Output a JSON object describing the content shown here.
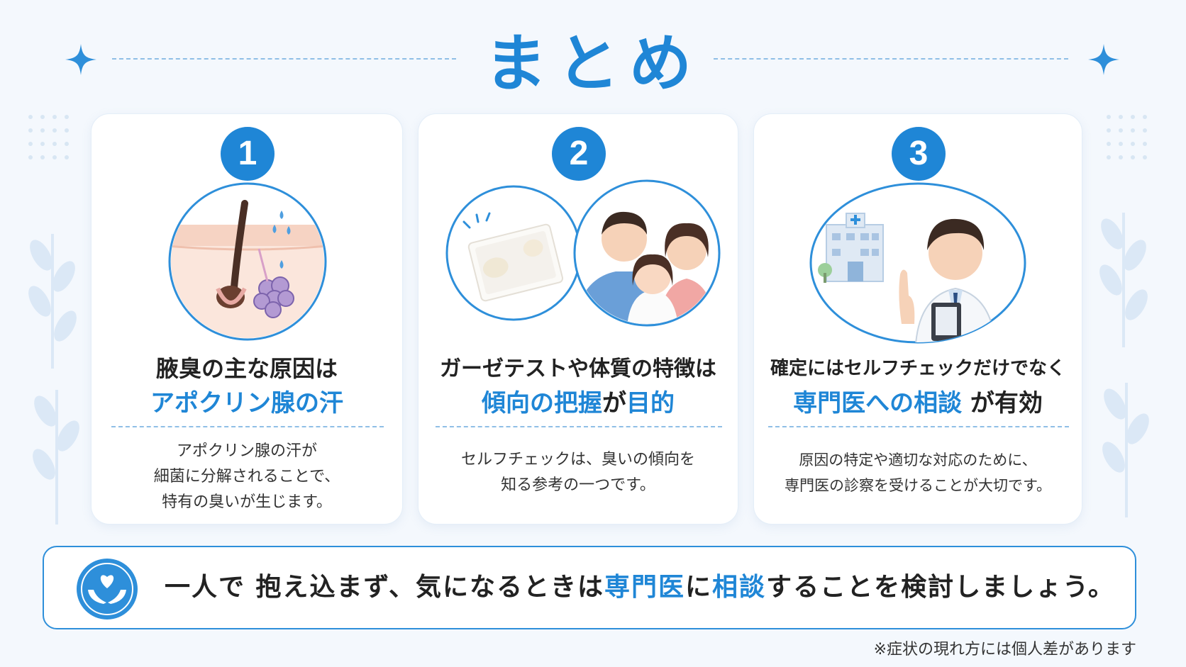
{
  "title": "まとめ",
  "cards": [
    {
      "number": "1",
      "line1": "腋臭の主な原因は",
      "line2_blue": "アポクリン腺の汗",
      "body": [
        "アポクリン腺の汗が",
        "細菌に分解されることで、",
        "特有の臭いが生じます。"
      ]
    },
    {
      "number": "2",
      "line1": "ガーゼテストや体質の特徴は",
      "line2_blue_a": "傾向の把握",
      "line2_mid": "が",
      "line2_blue_b": "目的",
      "body": [
        "セルフチェックは、臭いの傾向を",
        "知る参考の一つです。"
      ]
    },
    {
      "number": "3",
      "line1": "確定にはセルフチェックだけでなく",
      "line2_blue": "専門医への相談",
      "line2_tail": "が有効",
      "body": [
        "原因の特定や適切な対応のために、",
        "専門医の診察を受けることが大切です。"
      ]
    }
  ],
  "banner": {
    "pre": "一人で 抱え込まず、気になるときは",
    "blue_a": "専門医",
    "mid": "に",
    "blue_b": "相談",
    "post": "することを検討しましょう。"
  },
  "note": "※症状の現れ方には個人差があります",
  "colors": {
    "accent": "#1f86d6",
    "border": "#2e8fda",
    "background": "#f4f8fd"
  },
  "icons": [
    "sparkle-icon",
    "heart-hands-icon"
  ]
}
